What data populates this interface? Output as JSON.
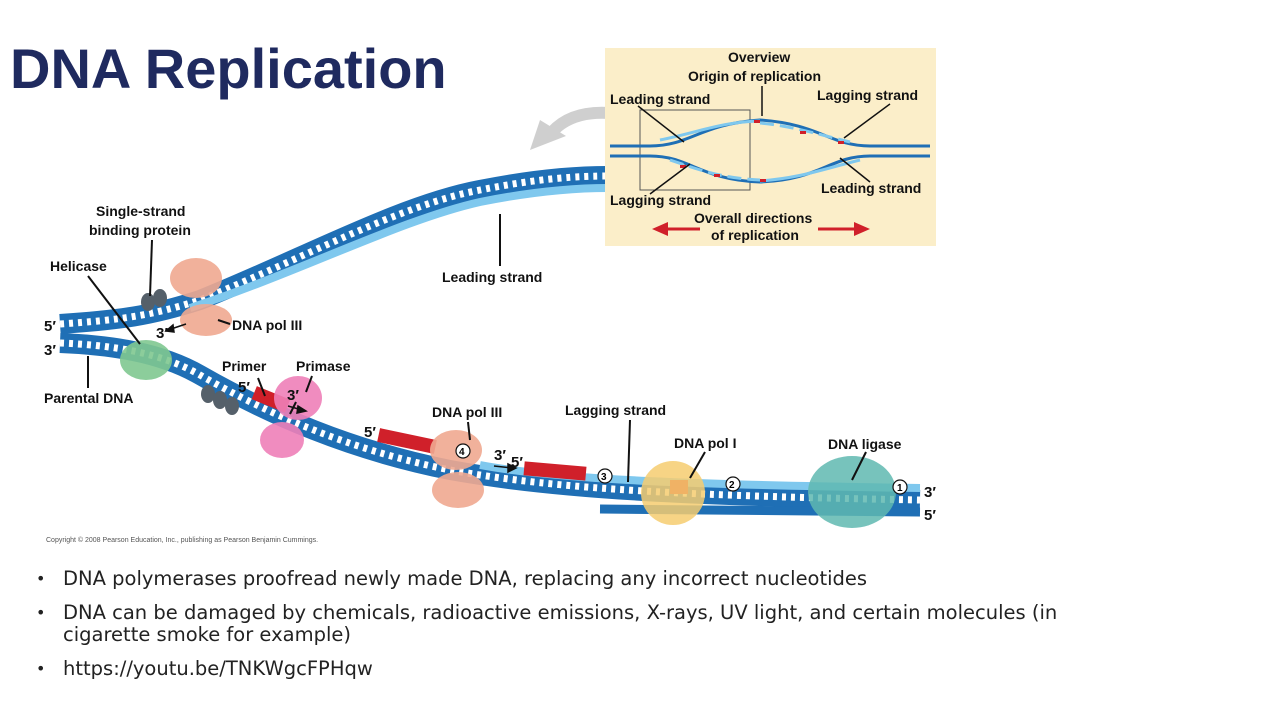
{
  "slide": {
    "title": "DNA Replication"
  },
  "diagram": {
    "labels": {
      "single_strand_binding_protein_1": "Single-strand",
      "single_strand_binding_protein_2": "binding protein",
      "helicase": "Helicase",
      "leading_strand": "Leading strand",
      "dna_pol_iii_top": "DNA pol III",
      "parental_dna": "Parental DNA",
      "primer": "Primer",
      "primase": "Primase",
      "dna_pol_iii_bottom": "DNA pol III",
      "lagging_strand": "Lagging strand",
      "dna_pol_i": "DNA pol I",
      "dna_ligase": "DNA ligase",
      "five_prime_left_top": "5′",
      "three_prime_left": "3′",
      "three_prime_top_fork": "3′",
      "five_prime_primer": "5′",
      "three_prime_primer": "3′",
      "five_prime_okazaki": "5′",
      "three_prime_pol": "3′",
      "five_prime_pol": "5′",
      "three_prime_right": "3′",
      "five_prime_right": "5′",
      "step_1": "1",
      "step_2": "2",
      "step_3": "3",
      "step_4": "4"
    },
    "overview": {
      "title": "Overview",
      "origin": "Origin of replication",
      "leading_strand_tl": "Leading strand",
      "lagging_strand_tr": "Lagging strand",
      "lagging_strand_bl": "Lagging strand",
      "leading_strand_br": "Leading strand",
      "directions_1": "Overall directions",
      "directions_2": "of replication"
    },
    "copyright": "Copyright © 2008 Pearson Education, Inc., publishing as Pearson Benjamin Cummings.",
    "colors": {
      "strand_dark": "#1f6fb5",
      "strand_light": "#7fc8ee",
      "rna_primer": "#d0202a",
      "pol_iii": "#f0a890",
      "primase": "#ee80b8",
      "helicase": "#80c890",
      "pol_i": "#f6cc70",
      "ligase": "#5fb8b0",
      "overview_bg": "#fbeec9"
    }
  },
  "bullets": [
    "DNA polymerases proofread newly made DNA, replacing any incorrect nucleotides",
    "DNA can be damaged by chemicals, radioactive emissions, X-rays, UV light, and certain molecules (in cigarette smoke for example)",
    "https://youtu.be/TNKWgcFPHqw"
  ]
}
